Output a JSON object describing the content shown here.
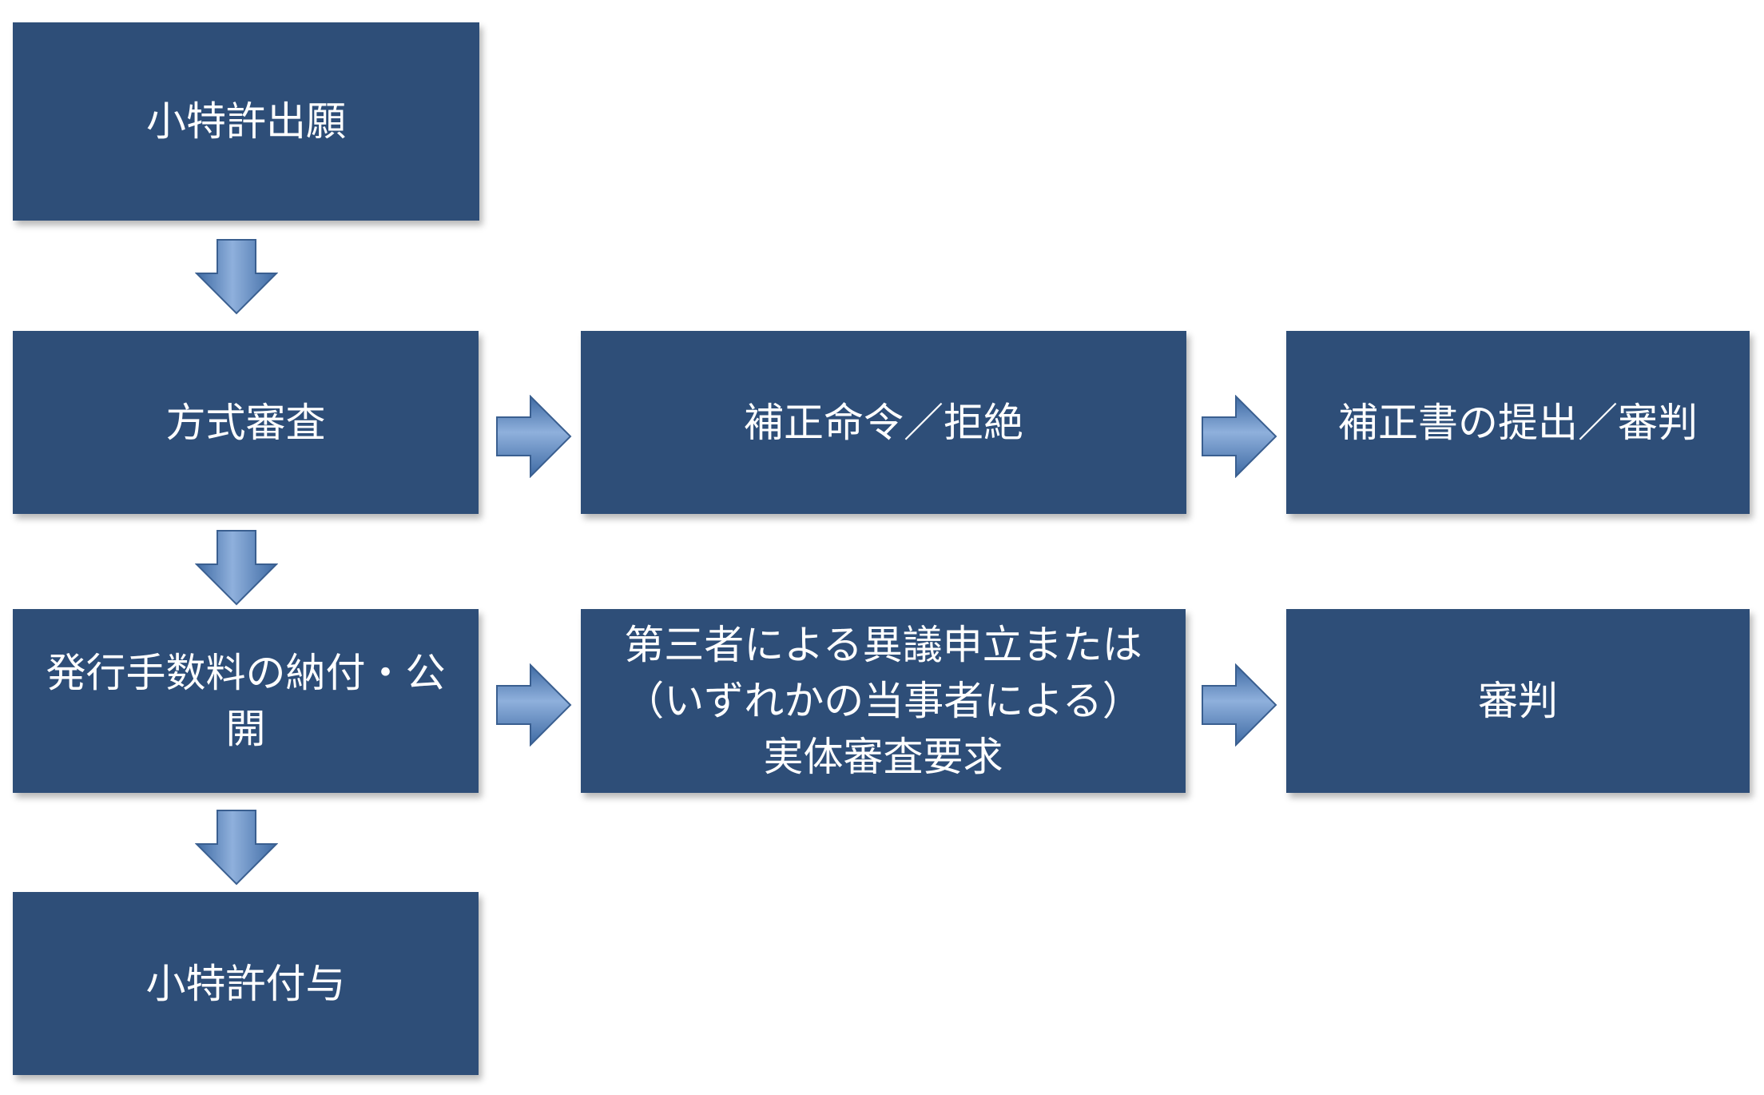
{
  "flowchart": {
    "boxes": {
      "application": "小特許出願",
      "formal_exam": "方式審査",
      "amend_order": "補正命令／拒絶",
      "amend_submit": "補正書の提出／審判",
      "issue_fee_line1": "発行手数料の納付・公",
      "issue_fee_line2": "開",
      "third_party_line1": "第三者による異議申立または",
      "third_party_line2": "（いずれかの当事者による）",
      "third_party_line3": "実体審査要求",
      "trial": "審判",
      "grant": "小特許付与"
    }
  },
  "colors": {
    "box_fill": "#2e4e78",
    "box_text": "#ffffff",
    "arrow_fill": "#5b83b8"
  },
  "icons": {
    "down": "arrow-down-icon",
    "right": "arrow-right-icon"
  }
}
